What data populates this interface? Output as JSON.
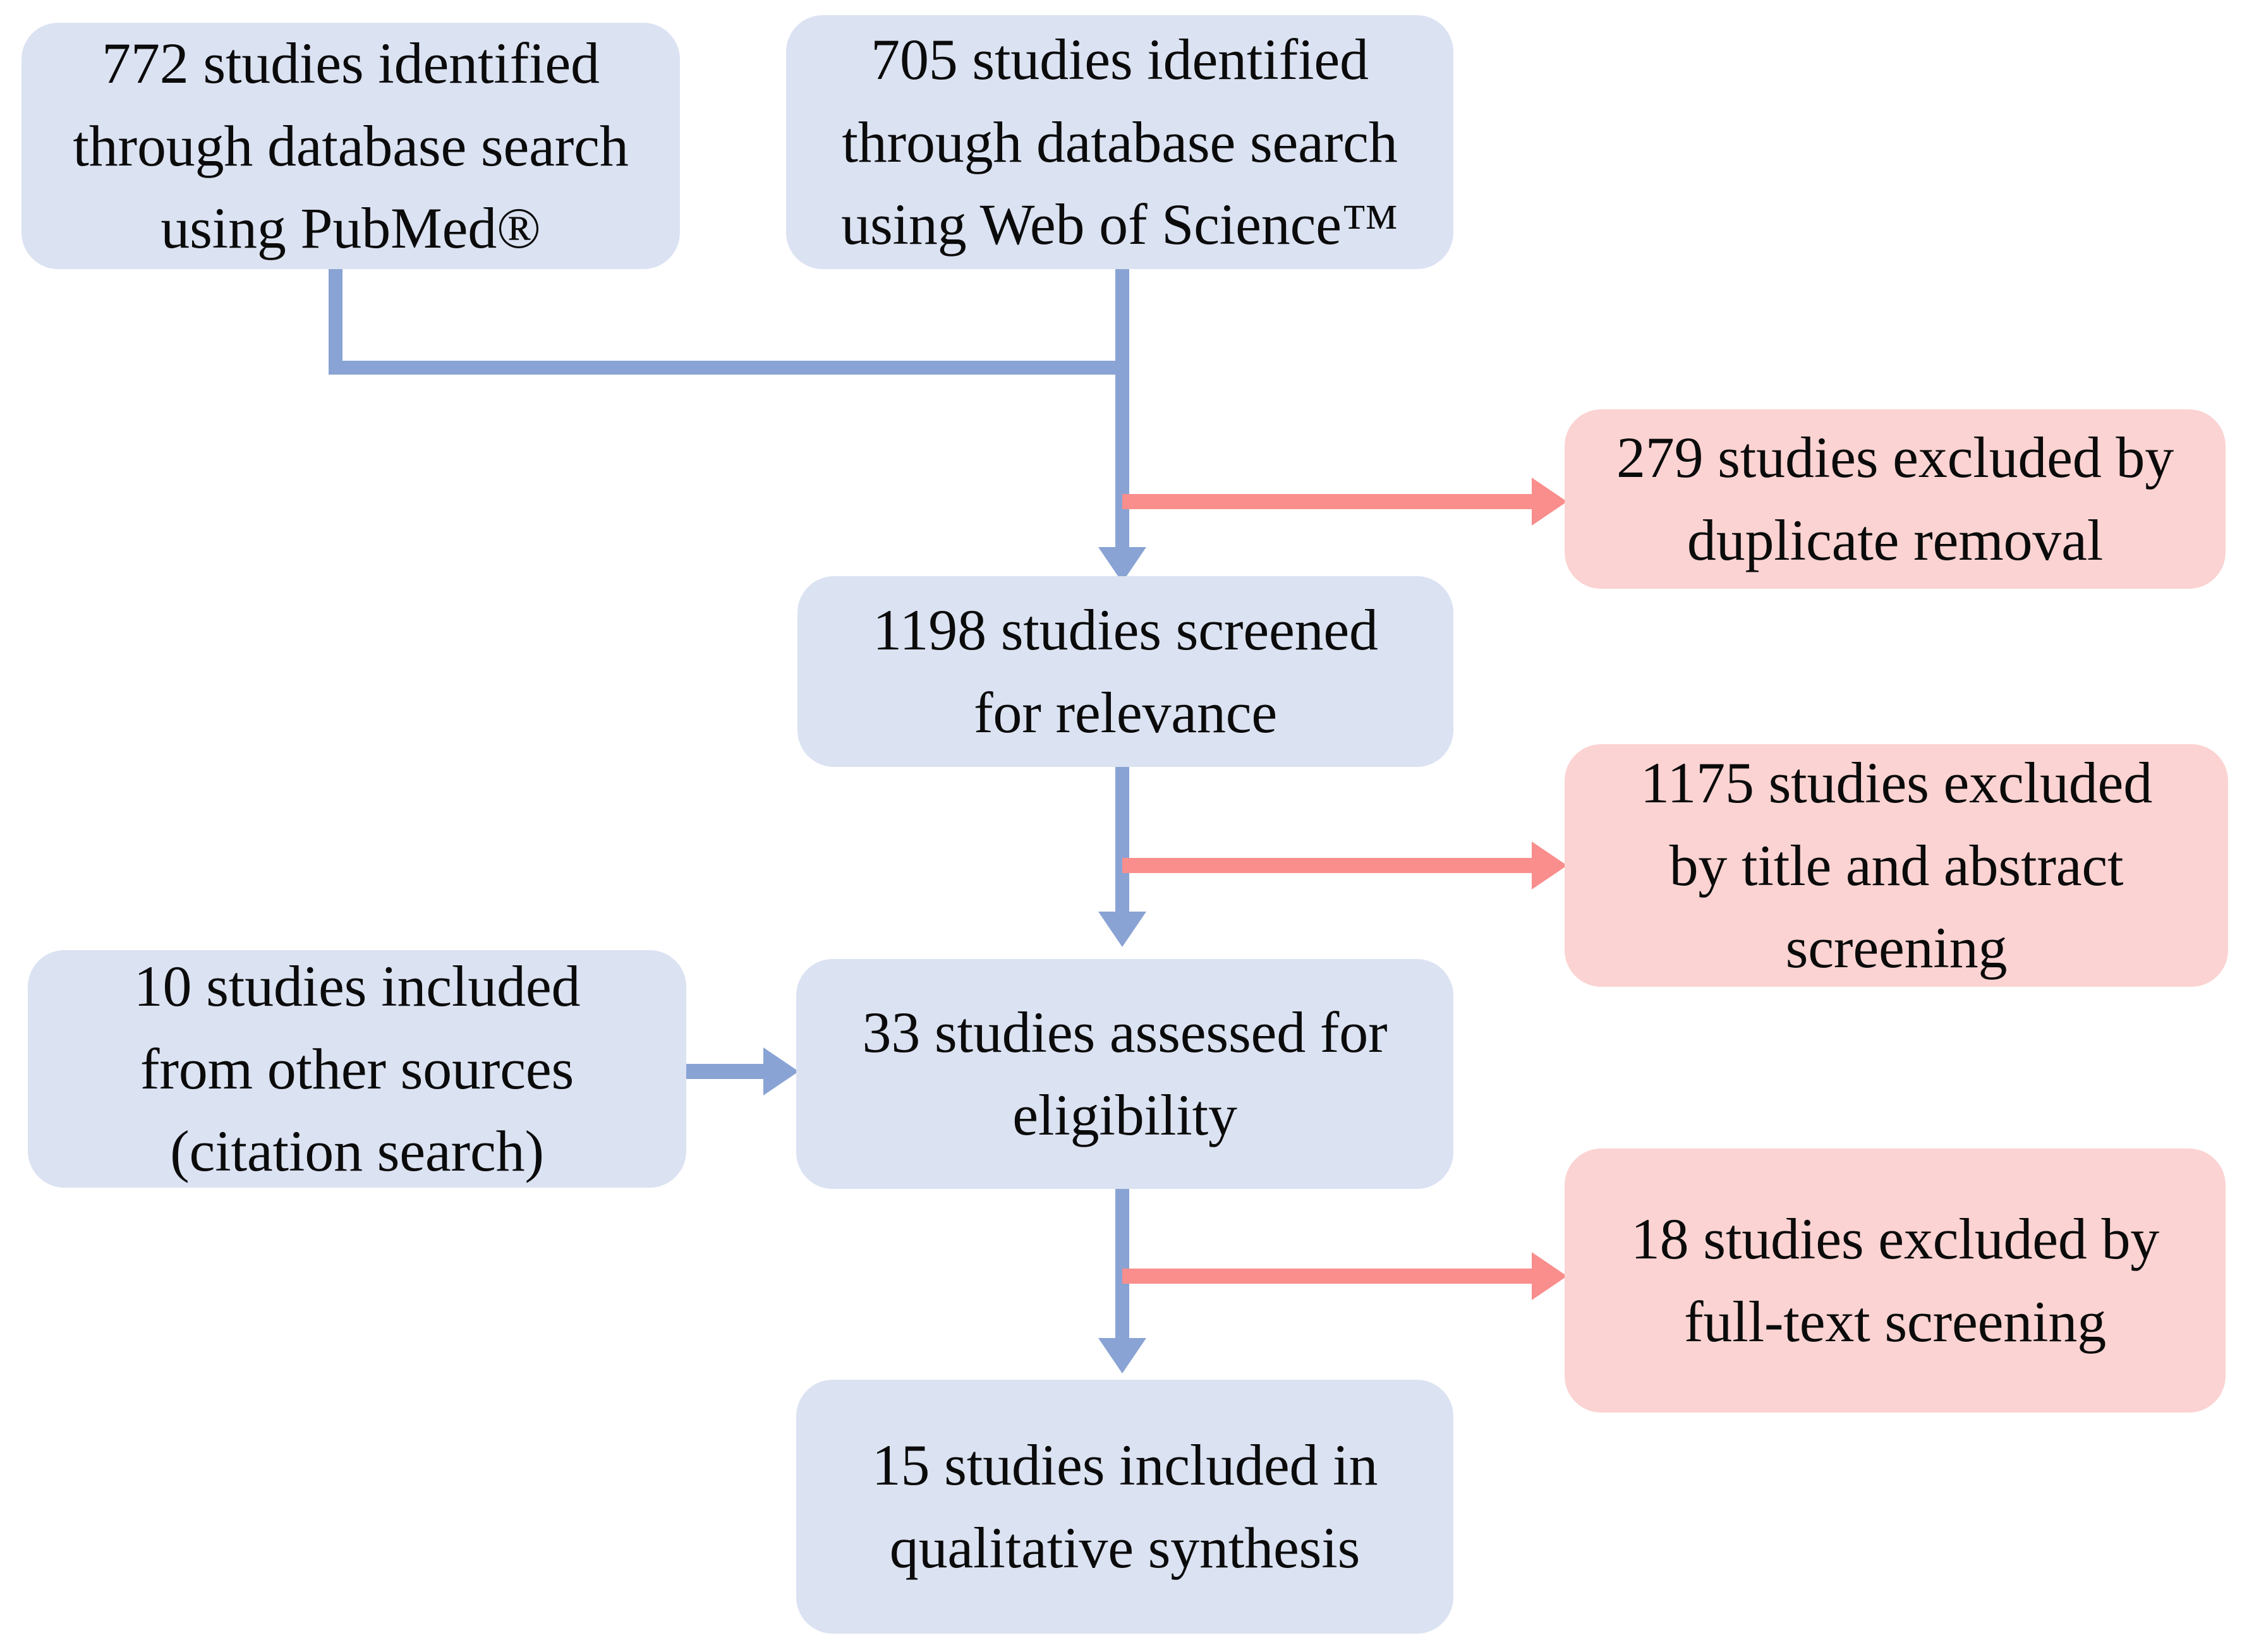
{
  "diagram": {
    "type": "prisma-flow-diagram",
    "title": "PRISMA study selection flow diagram",
    "colors": {
      "included_box_fill": "#dbe2f2",
      "excluded_box_fill": "#fbd3d2",
      "included_arrow": "#89a3d4",
      "excluded_arrow": "#f98e8c",
      "text": "#0b0b0b",
      "background": "#ffffff"
    },
    "nodes": {
      "source_pubmed": {
        "text": "772 studies identified\nthrough database search\nusing PubMed®",
        "count": 772,
        "kind": "included"
      },
      "source_wos": {
        "text": "705 studies identified\nthrough database search\nusing Web of Science™",
        "count": 705,
        "kind": "included"
      },
      "screened": {
        "text": "1198 studies screened\nfor relevance",
        "count": 1198,
        "kind": "included"
      },
      "other_sources": {
        "text": "10 studies included\nfrom other sources\n(citation search)",
        "count": 10,
        "kind": "included"
      },
      "eligibility": {
        "text": "33 studies assessed for\neligibility",
        "count": 33,
        "kind": "included"
      },
      "synthesis": {
        "text": "15 studies included in\nqualitative synthesis",
        "count": 15,
        "kind": "included"
      },
      "excluded_duplicates": {
        "text": "279 studies excluded by\nduplicate removal",
        "count": 279,
        "kind": "excluded"
      },
      "excluded_title_abstract": {
        "text": "1175 studies excluded\nby title and abstract\nscreening",
        "count": 1175,
        "kind": "excluded"
      },
      "excluded_fulltext": {
        "text": "18 studies excluded by\nfull-text screening",
        "count": 18,
        "kind": "excluded"
      }
    },
    "edges": [
      {
        "from": "source_pubmed",
        "to": "screened",
        "color": "#89a3d4"
      },
      {
        "from": "source_wos",
        "to": "screened",
        "color": "#89a3d4"
      },
      {
        "from": "screened",
        "to": "eligibility",
        "color": "#89a3d4"
      },
      {
        "from": "other_sources",
        "to": "eligibility",
        "color": "#89a3d4"
      },
      {
        "from": "eligibility",
        "to": "synthesis",
        "color": "#89a3d4"
      },
      {
        "from": "screened",
        "to": "excluded_duplicates",
        "color": "#f98e8c"
      },
      {
        "from": "screened",
        "to": "excluded_title_abstract",
        "color": "#f98e8c"
      },
      {
        "from": "eligibility",
        "to": "excluded_fulltext",
        "color": "#f98e8c"
      }
    ]
  }
}
